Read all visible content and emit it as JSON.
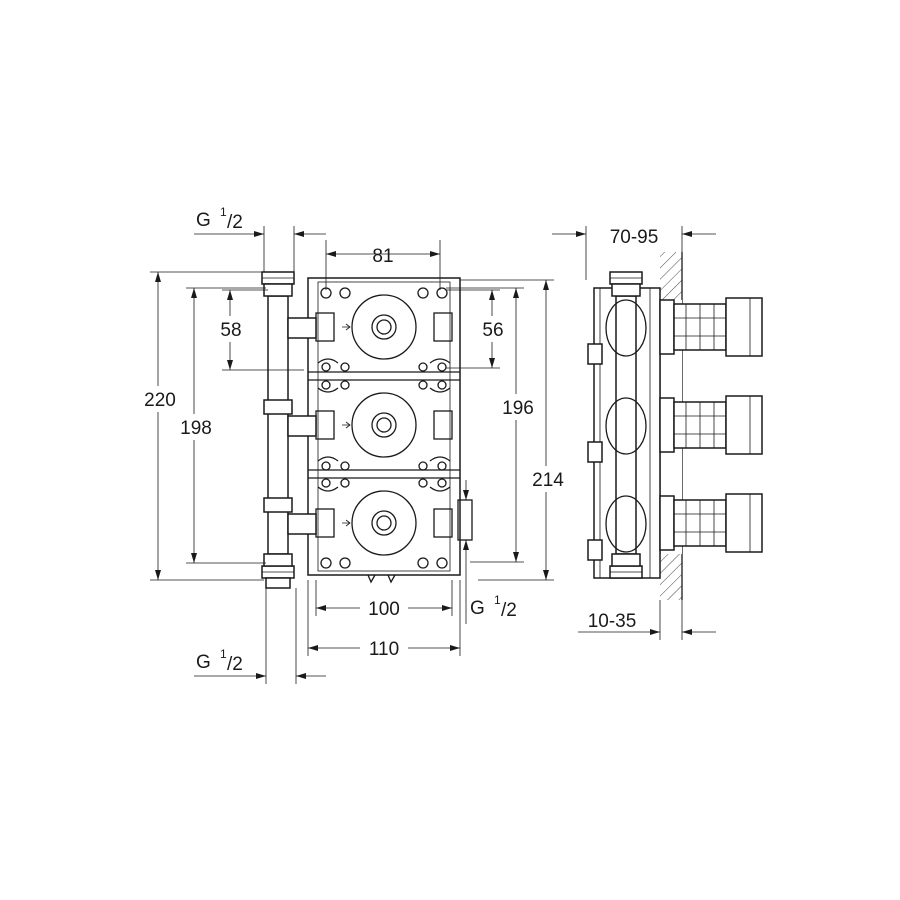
{
  "dimensions": {
    "width_81": "81",
    "height_220": "220",
    "height_198": "198",
    "spacing_58": "58",
    "spacing_56": "56",
    "height_196": "196",
    "height_214": "214",
    "width_100": "100",
    "width_110": "110",
    "depth_70_95": "70-95",
    "depth_10_35": "10-35"
  },
  "threads": {
    "top_left": {
      "prefix": "G ",
      "num": "1",
      "den": "/2"
    },
    "bottom_left": {
      "prefix": "G ",
      "num": "1",
      "den": "/2"
    },
    "bottom_right": {
      "prefix": "G ",
      "num": "1",
      "den": "/2"
    }
  }
}
